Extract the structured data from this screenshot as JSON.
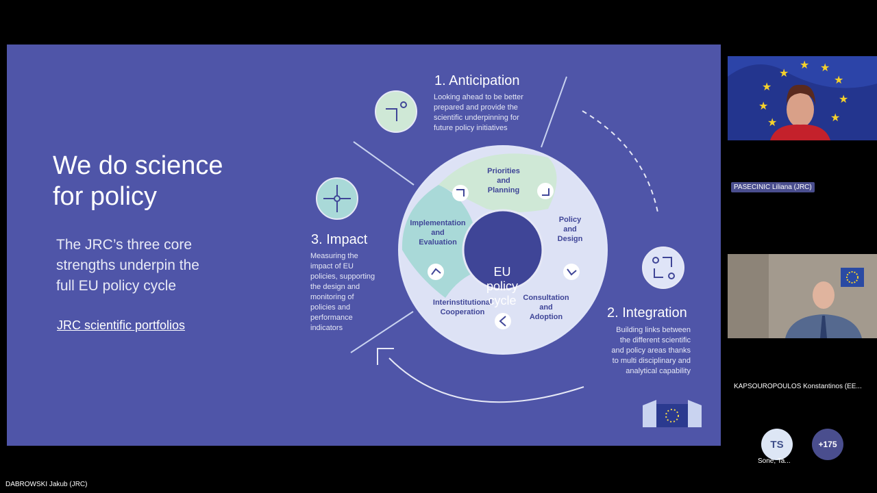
{
  "slide": {
    "title": "We do science\nfor policy",
    "subtitle": "The JRC’s three core\nstrengths underpin the\nfull EU policy cycle",
    "link": "JRC scientific portfolios",
    "anticipation": {
      "heading": "1. Anticipation",
      "desc": "Looking ahead to be better\nprepared and provide the\nscientific underpinning for\nfuture policy initiatives"
    },
    "integration": {
      "heading": "2. Integration",
      "desc": "Building links between\nthe different scientific\nand policy areas thanks\nto multi disciplinary and\nanalytical capability"
    },
    "impact": {
      "heading": "3. Impact",
      "desc": "Measuring the\nimpact of EU\npolicies, supporting\nthe design and\nmonitoring of\npolicies and\nperformance\nindicators"
    },
    "cycle": {
      "center": "EU\npolicy\ncycle",
      "segments": [
        "Priorities\nand\nPlanning",
        "Policy\nand\nDesign",
        "Consultation\nand\nAdoption",
        "Interinstitutional\nCooperation",
        "Implementation\nand\nEvaluation"
      ]
    }
  },
  "participants": {
    "speaker1": "PASECINIC Liliana (JRC)",
    "speaker2": "KAPSOUROPOULOS Konstantinos (EE...",
    "avatar_initials": "TS",
    "avatar_name": "Sone, Ta...",
    "more_count": "+175",
    "presenter": "DABROWSKI Jakub (JRC)"
  }
}
